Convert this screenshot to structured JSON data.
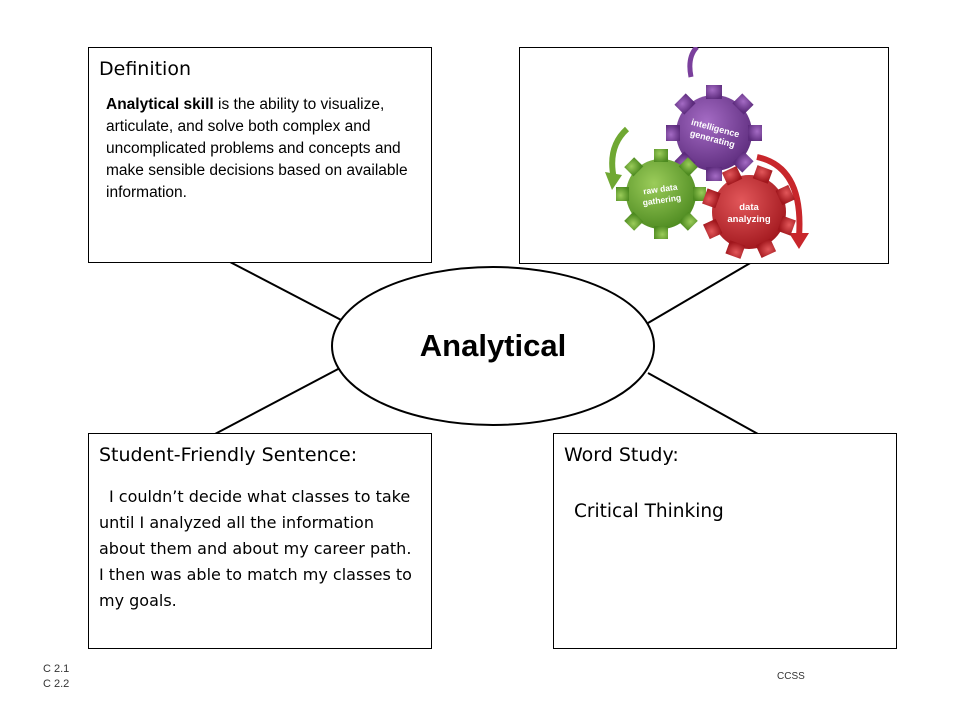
{
  "center": {
    "label": "Analytical"
  },
  "definition": {
    "title": "Definition",
    "term": "Analytical skill",
    "text": " is the ability to visualize, articulate, and solve both complex and uncomplicated problems and concepts and make sensible decisions based on available information."
  },
  "image_panel": {
    "gears": [
      {
        "label_line1": "intelligence",
        "label_line2": "generating",
        "color": "#7a3f9c"
      },
      {
        "label_line1": "raw data",
        "label_line2": "gathering",
        "color": "#6fa832"
      },
      {
        "label_line1": "data",
        "label_line2": "analyzing",
        "color": "#c8262b"
      }
    ]
  },
  "sentence": {
    "title": "Student-Friendly Sentence:",
    "text": "I couldn’t decide what classes to take until I analyzed all the information about them and about my career path. I then was able to match my classes to my goals."
  },
  "word_study": {
    "title": "Word Study:",
    "text": "Critical Thinking"
  },
  "footer": {
    "codes": [
      "C 2.1",
      "C 2.2"
    ],
    "source": "CCSS"
  }
}
